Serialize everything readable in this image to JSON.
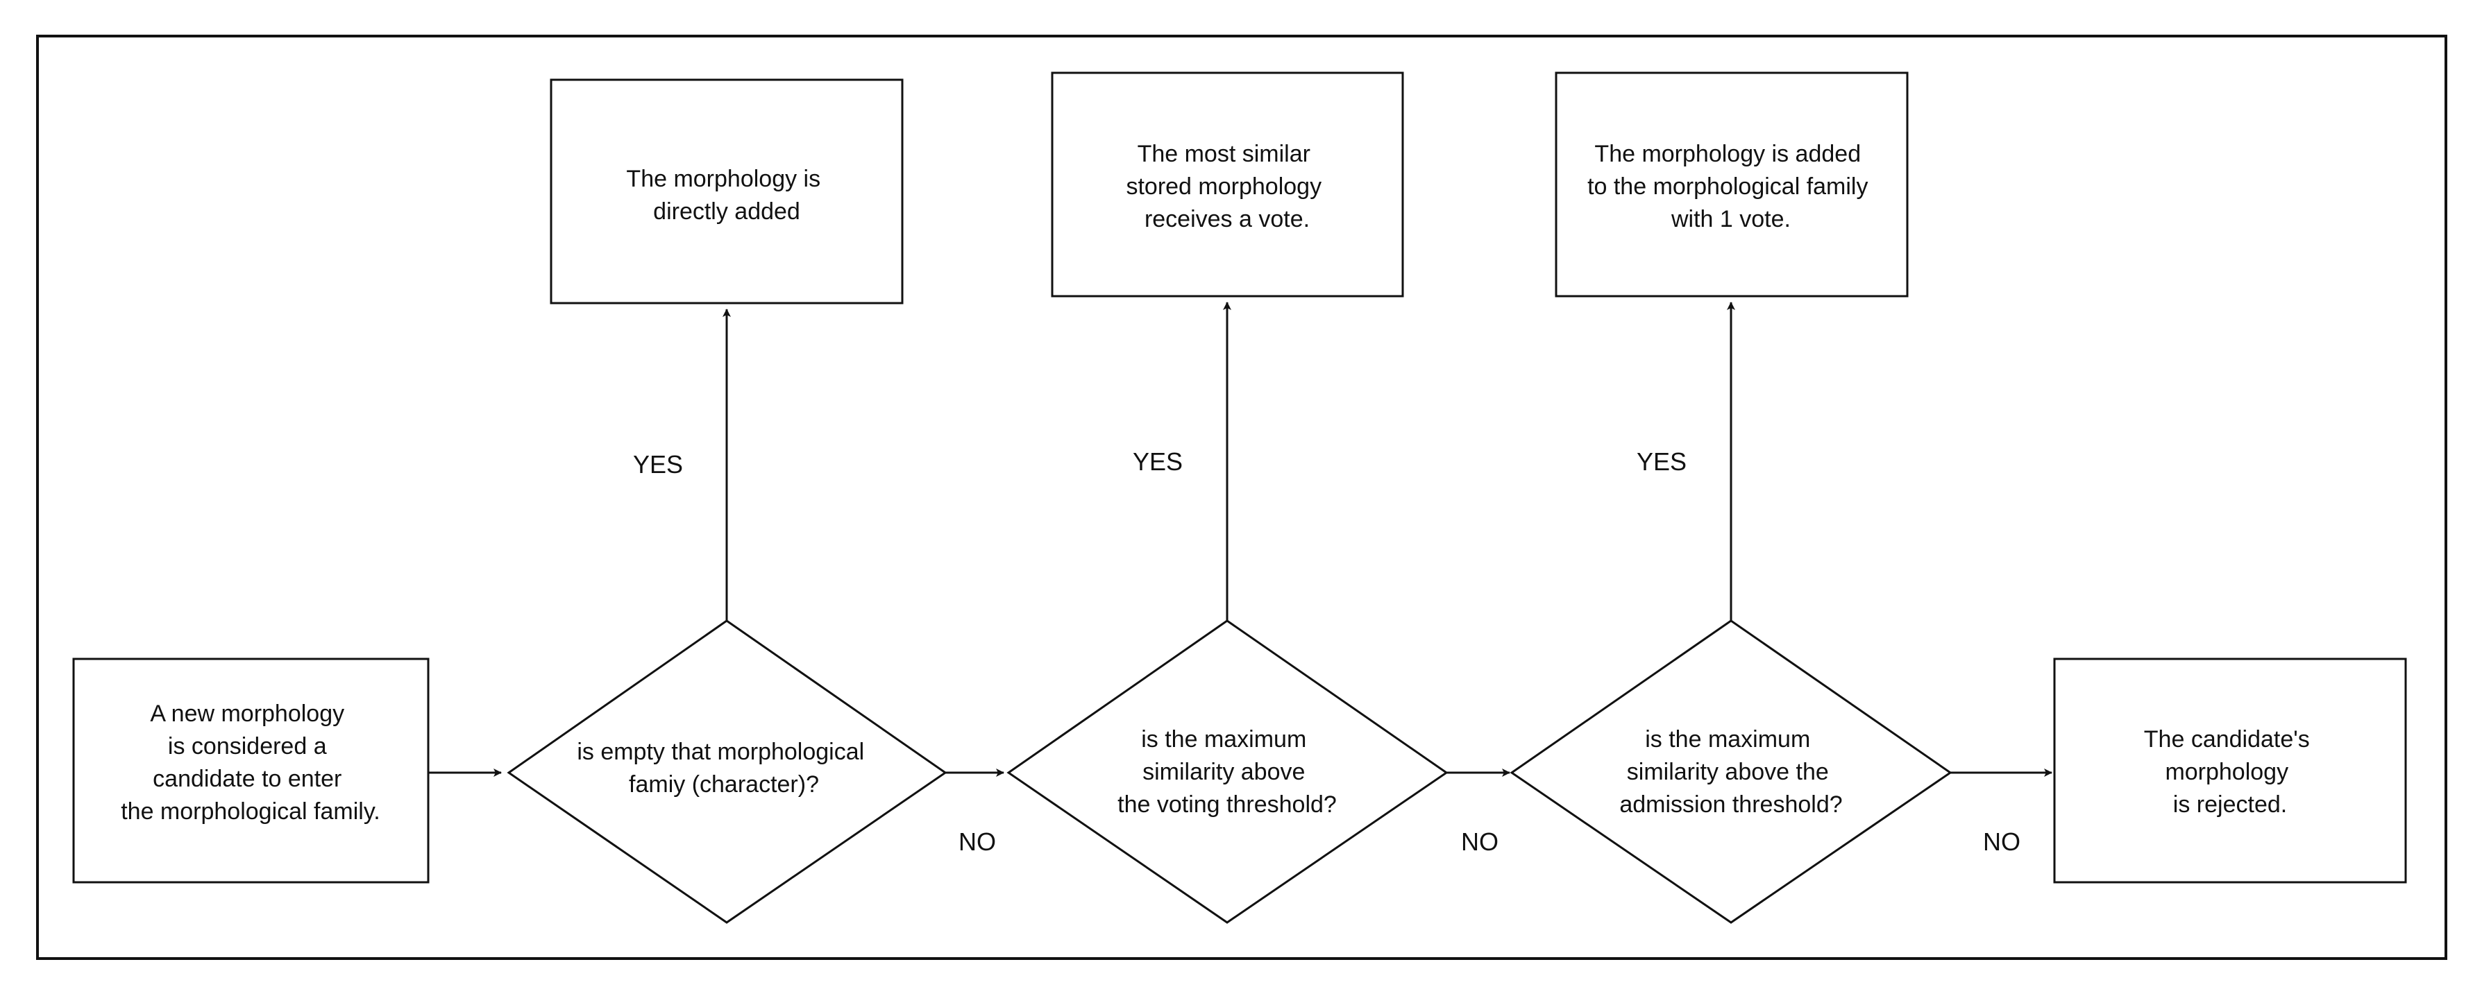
{
  "nodes": {
    "start": {
      "lines": [
        "A new morphology",
        "is considered a",
        "candidate to enter",
        "the morphological family."
      ]
    },
    "decision1": {
      "lines": [
        "is empty that morphological",
        "famiy (character)?"
      ]
    },
    "decision2": {
      "lines": [
        "is the maximum",
        "similarity above",
        "the voting threshold?"
      ]
    },
    "decision3": {
      "lines": [
        "is the maximum",
        "similarity above the",
        "admission threshold?"
      ]
    },
    "outcome1": {
      "lines": [
        "The morphology is",
        "directly added"
      ]
    },
    "outcome2": {
      "lines": [
        "The most similar",
        "stored morphology",
        "receives a vote."
      ]
    },
    "outcome3": {
      "lines": [
        "The morphology is added",
        "to the morphological family",
        "with 1 vote."
      ]
    },
    "end": {
      "lines": [
        "The candidate's",
        "morphology",
        "is rejected."
      ]
    }
  },
  "edge_labels": {
    "yes1": "YES",
    "yes2": "YES",
    "yes3": "YES",
    "no1": "NO",
    "no2": "NO",
    "no3": "NO"
  },
  "colors": {
    "stroke": "#111111",
    "background": "#ffffff"
  }
}
